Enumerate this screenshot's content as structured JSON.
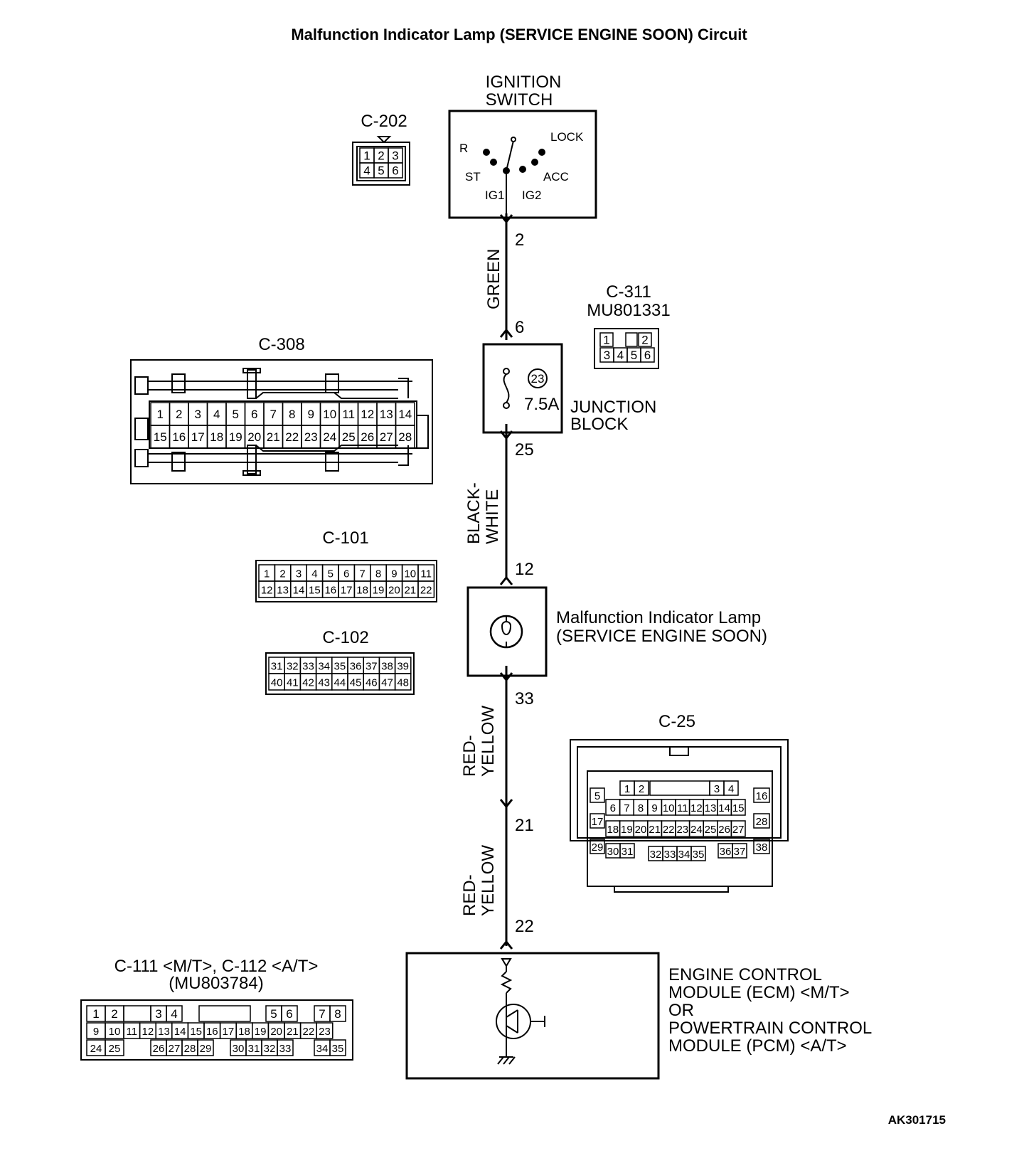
{
  "title": "Malfunction Indicator Lamp (SERVICE ENGINE SOON) Circuit",
  "figure_id": "AK301715",
  "ignition_switch": {
    "label_line1": "IGNITION",
    "label_line2": "SWITCH",
    "positions": [
      "R",
      "LOCK",
      "ST",
      "ACC",
      "IG1",
      "IG2"
    ]
  },
  "junction_block": {
    "label_line1": "JUNCTION",
    "label_line2": "BLOCK",
    "fuse_number": "23",
    "fuse_rating": "7.5A"
  },
  "lamp": {
    "label_line1": "Malfunction Indicator Lamp",
    "label_line2": "(SERVICE ENGINE SOON)"
  },
  "ecm": {
    "line1": "ENGINE CONTROL",
    "line2": "MODULE (ECM) <M/T>",
    "line3": "OR",
    "line4": "POWERTRAIN CONTROL",
    "line5": "MODULE (PCM) <A/T>"
  },
  "wires": [
    {
      "color": "GREEN"
    },
    {
      "color_line1": "BLACK-",
      "color_line2": "WHITE"
    },
    {
      "color_line1": "RED-",
      "color_line2": "YELLOW"
    },
    {
      "color_line1": "RED-",
      "color_line2": "YELLOW"
    }
  ],
  "pins": [
    "2",
    "6",
    "25",
    "12",
    "33",
    "21",
    "22"
  ],
  "connectors": {
    "c202": {
      "name": "C-202",
      "row1": [
        "1",
        "2",
        "3"
      ],
      "row2": [
        "4",
        "5",
        "6"
      ]
    },
    "c311": {
      "name": "C-311",
      "part": "MU801331",
      "row1": [
        "1",
        "2"
      ],
      "row2": [
        "3",
        "4",
        "5",
        "6"
      ]
    },
    "c308": {
      "name": "C-308",
      "row1": [
        "1",
        "2",
        "3",
        "4",
        "5",
        "6",
        "7",
        "8",
        "9",
        "10",
        "11",
        "12",
        "13",
        "14"
      ],
      "row2": [
        "15",
        "16",
        "17",
        "18",
        "19",
        "20",
        "21",
        "22",
        "23",
        "24",
        "25",
        "26",
        "27",
        "28"
      ]
    },
    "c101": {
      "name": "C-101",
      "row1": [
        "1",
        "2",
        "3",
        "4",
        "5",
        "6",
        "7",
        "8",
        "9",
        "10",
        "11"
      ],
      "row2": [
        "12",
        "13",
        "14",
        "15",
        "16",
        "17",
        "18",
        "19",
        "20",
        "21",
        "22"
      ]
    },
    "c102": {
      "name": "C-102",
      "row1": [
        "31",
        "32",
        "33",
        "34",
        "35",
        "36",
        "37",
        "38",
        "39"
      ],
      "row2": [
        "40",
        "41",
        "42",
        "43",
        "44",
        "45",
        "46",
        "47",
        "48"
      ]
    },
    "c25": {
      "name": "C-25",
      "top": [
        "1",
        "2",
        "3",
        "4"
      ],
      "row2": [
        "6",
        "7",
        "8",
        "9",
        "10",
        "11",
        "12",
        "13",
        "14",
        "15"
      ],
      "row3": [
        "18",
        "19",
        "20",
        "21",
        "22",
        "23",
        "24",
        "25",
        "26",
        "27"
      ],
      "row4": [
        "30",
        "31",
        "32",
        "33",
        "34",
        "35",
        "36",
        "37"
      ],
      "left": [
        "5",
        "17",
        "29"
      ],
      "right": [
        "16",
        "28",
        "38"
      ]
    },
    "c111": {
      "name": "C-111 <M/T>, C-112 <A/T>",
      "part": "(MU803784)",
      "row1": [
        "1",
        "2",
        "3",
        "4",
        "5",
        "6",
        "7",
        "8"
      ],
      "row2": [
        "9",
        "10",
        "11",
        "12",
        "13",
        "14",
        "15",
        "16",
        "17",
        "18",
        "19",
        "20",
        "21",
        "22",
        "23"
      ],
      "row3": [
        "24",
        "25",
        "26",
        "27",
        "28",
        "29",
        "30",
        "31",
        "32",
        "33",
        "34",
        "35"
      ]
    }
  }
}
